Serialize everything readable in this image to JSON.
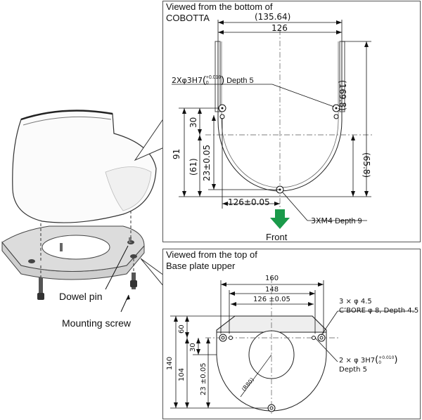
{
  "panel_bottom": {
    "title_line1": "Viewed from the bottom of",
    "title_line2": "COBOTTA",
    "dims": {
      "overall_width": "(135.64)",
      "width": "126",
      "pin_holes": "2Xφ3H7",
      "pin_tol_upper": "+0.010",
      "pin_tol_lower": "0",
      "pin_depth": "Depth 5",
      "height_right_total": "(169.8)",
      "height_right_lower": "(65.8)",
      "left_30": "30",
      "left_91": "91",
      "left_61": "(61)",
      "left_23": "23±0.05",
      "bottom_width": "126±0.05",
      "screw_holes": "3XM4",
      "screw_depth": "Depth 9",
      "front": "Front"
    },
    "front_arrow_color": "#1a9a4a"
  },
  "panel_top": {
    "title_line1": "Viewed from the top of",
    "title_line2": "Base plate upper",
    "dims": {
      "w160": "160",
      "w148": "148",
      "w126": "126 ±0.05",
      "cbore_line1": "3 × φ 4.5",
      "cbore_line2": "C’BORE φ 8, Depth 4.5",
      "pin_line1": "2 × φ 3H7",
      "pin_tol_upper": "+0.010",
      "pin_tol_lower": "0",
      "pin_line2": "Depth 5",
      "h140": "140",
      "h60": "60",
      "h104": "104",
      "h30": "30",
      "h23": "23 ±0.05",
      "radius": "(R80)"
    }
  },
  "labels": {
    "dowel_pin": "Dowel pin",
    "mounting_screw": "Mounting screw"
  }
}
